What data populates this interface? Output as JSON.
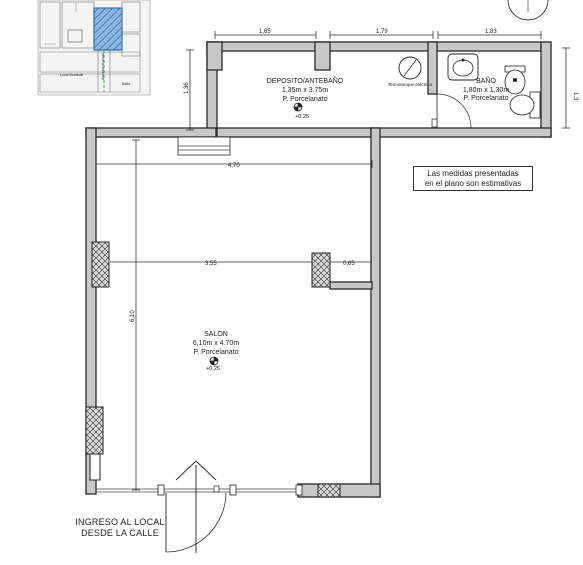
{
  "rooms": {
    "deposito": {
      "name": "DEPOSITO/ANTEBAÑO",
      "size": "1,35m x 3.75m",
      "floor": "P. Porcelanato",
      "level": "+0.25"
    },
    "bano": {
      "name": "BAÑO",
      "size": "1,80m x 1,30m",
      "floor": "P. Porcelanato"
    },
    "salon": {
      "name": "SALON",
      "size": "6,10m x 4.70m",
      "floor": "P. Porcelanato",
      "level": "+0.25"
    }
  },
  "fixtures": {
    "water_heater": "Termotanque eléctrico"
  },
  "dimensions": {
    "top_1": "1,65",
    "top_2": "1,79",
    "top_3": "1,83",
    "deposit_height": "1,36",
    "salon_width": "4,70",
    "salon_inner_width": "3,55",
    "side_offset": "0,65",
    "salon_length": "6,10",
    "right_edge": "1,3"
  },
  "note": {
    "line1": "Las medidas presentadas",
    "line2": "en el plano son estimativas"
  },
  "entry": {
    "line1": "INGRESO AL LOCAL",
    "line2": "DESDE LA CALLE"
  },
  "key_map": {
    "text_a": "Acceso al local",
    "text_b": "Local Illuminati",
    "text_c": "Baño"
  },
  "colors": {
    "wall_fill": "#c8c8c8",
    "highlight": "#2f6fb5",
    "line": "#2a2a2a"
  }
}
